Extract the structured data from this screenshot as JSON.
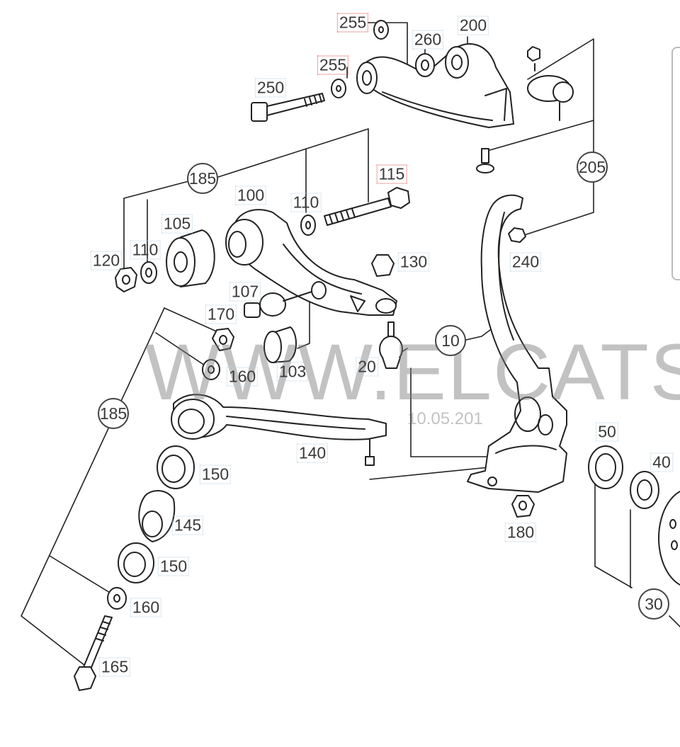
{
  "diagram": {
    "watermark": "WWW.ELCATS.R",
    "date_stamp": "10.05.201",
    "labels": [
      {
        "id": "l255a",
        "text": "255",
        "style": "red"
      },
      {
        "id": "l260",
        "text": "260",
        "style": "plain"
      },
      {
        "id": "l200",
        "text": "200",
        "style": "plain"
      },
      {
        "id": "l255b",
        "text": "255",
        "style": "red"
      },
      {
        "id": "l250",
        "text": "250",
        "style": "plain"
      },
      {
        "id": "l185a",
        "text": "185",
        "style": "circle"
      },
      {
        "id": "l205",
        "text": "205",
        "style": "circle"
      },
      {
        "id": "l100",
        "text": "100",
        "style": "plain"
      },
      {
        "id": "l110a",
        "text": "110",
        "style": "plain"
      },
      {
        "id": "l115",
        "text": "115",
        "style": "red"
      },
      {
        "id": "l105",
        "text": "105",
        "style": "plain"
      },
      {
        "id": "l120",
        "text": "120",
        "style": "plain"
      },
      {
        "id": "l110b",
        "text": "110",
        "style": "plain"
      },
      {
        "id": "l130",
        "text": "130",
        "style": "plain"
      },
      {
        "id": "l240",
        "text": "240",
        "style": "plain"
      },
      {
        "id": "l107",
        "text": "107",
        "style": "plain"
      },
      {
        "id": "l170",
        "text": "170",
        "style": "plain"
      },
      {
        "id": "l10",
        "text": "10",
        "style": "circle"
      },
      {
        "id": "l160a",
        "text": "160",
        "style": "plain"
      },
      {
        "id": "l103",
        "text": "103",
        "style": "plain"
      },
      {
        "id": "l20",
        "text": "20",
        "style": "plain"
      },
      {
        "id": "l185b",
        "text": "185",
        "style": "circle"
      },
      {
        "id": "l50",
        "text": "50",
        "style": "plain"
      },
      {
        "id": "l40",
        "text": "40",
        "style": "plain"
      },
      {
        "id": "l140",
        "text": "140",
        "style": "plain"
      },
      {
        "id": "l150a",
        "text": "150",
        "style": "plain"
      },
      {
        "id": "l145",
        "text": "145",
        "style": "plain"
      },
      {
        "id": "l180",
        "text": "180",
        "style": "plain"
      },
      {
        "id": "l150b",
        "text": "150",
        "style": "plain"
      },
      {
        "id": "l30",
        "text": "30",
        "style": "circle"
      },
      {
        "id": "l160b",
        "text": "160",
        "style": "plain"
      },
      {
        "id": "l165",
        "text": "165",
        "style": "plain"
      }
    ]
  }
}
